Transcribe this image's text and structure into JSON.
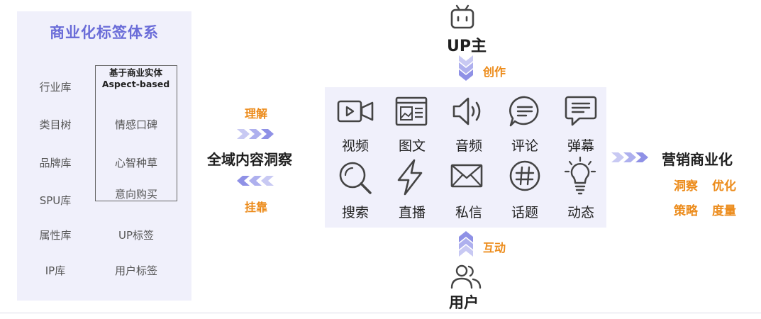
{
  "left_panel": {
    "title": "商业化标签体系",
    "libraries": [
      "行业库",
      "类目树",
      "品牌库",
      "SPU库",
      "属性库",
      "IP库"
    ],
    "aspect_title_line1": "基于商业实体",
    "aspect_title_line2": "Aspect-based",
    "aspect_items": [
      "情感口碑",
      "心智种草",
      "意向购买"
    ],
    "right_extra": [
      "UP标签",
      "用户标签"
    ]
  },
  "middle": {
    "understand": "理解",
    "insight": "全域内容洞察",
    "rely": "挂靠"
  },
  "top": {
    "up": "UP主",
    "create": "创作",
    "icon": "tv-icon"
  },
  "content_types": [
    {
      "label": "视频",
      "icon": "video-icon"
    },
    {
      "label": "图文",
      "icon": "image-text-icon"
    },
    {
      "label": "音频",
      "icon": "speaker-icon"
    },
    {
      "label": "评论",
      "icon": "comment-icon"
    },
    {
      "label": "弹幕",
      "icon": "danmaku-icon"
    },
    {
      "label": "搜索",
      "icon": "search-icon"
    },
    {
      "label": "直播",
      "icon": "lightning-icon"
    },
    {
      "label": "私信",
      "icon": "mail-icon"
    },
    {
      "label": "话题",
      "icon": "hashtag-icon"
    },
    {
      "label": "动态",
      "icon": "lightbulb-icon"
    }
  ],
  "bottom": {
    "user": "用户",
    "interact": "互动",
    "icon": "users-icon"
  },
  "right": {
    "marketing": "营销商业化",
    "outputs": [
      "洞察",
      "优化",
      "策略",
      "度量"
    ]
  },
  "colors": {
    "accent_orange": "#ec8b1a",
    "title_purple": "#6a6cd8",
    "panel_bg": "#f0f0fb",
    "chevron": "#8f91e6"
  }
}
